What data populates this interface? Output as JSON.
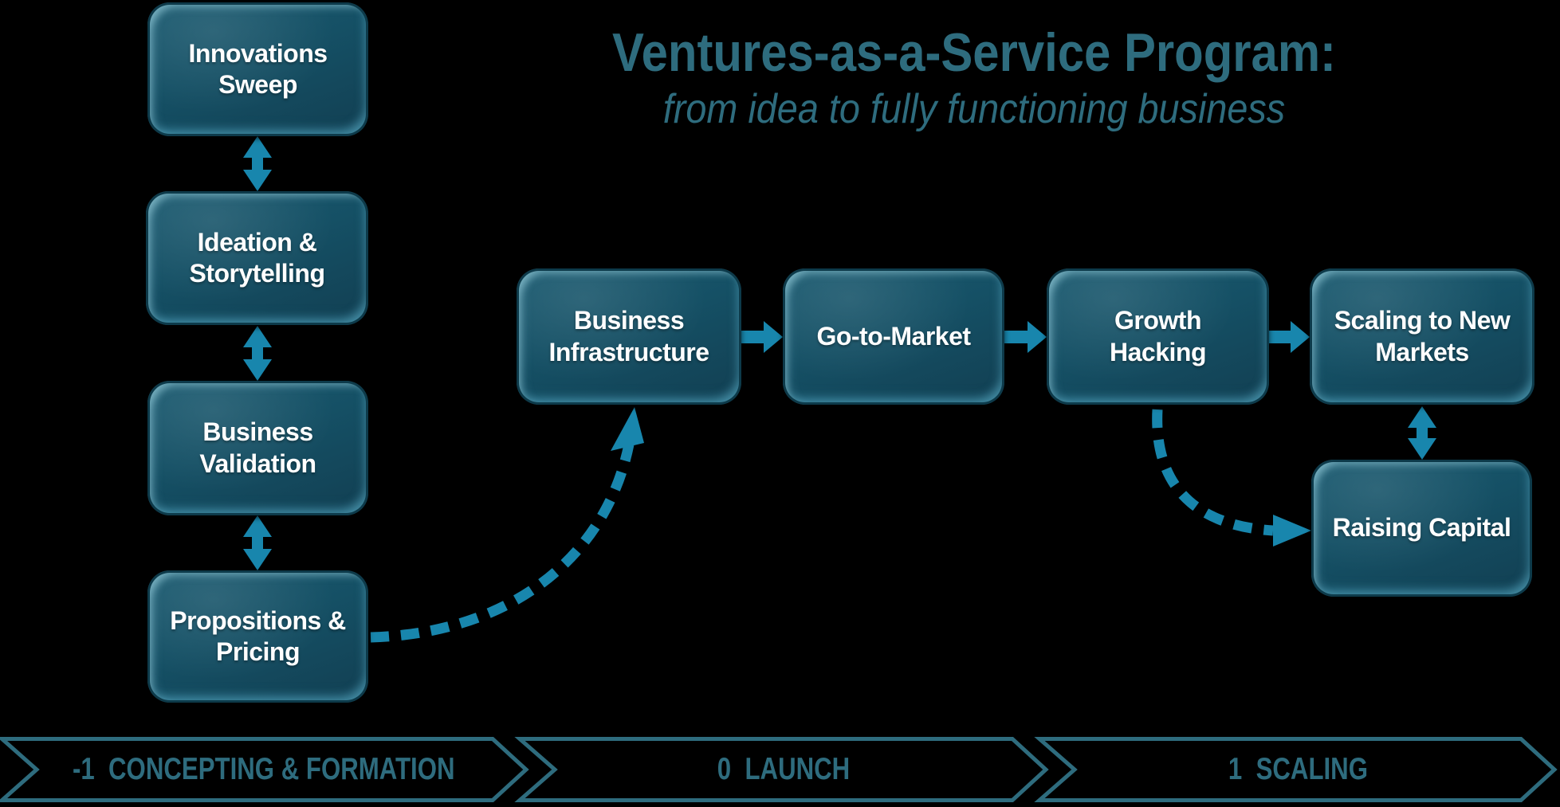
{
  "title": {
    "line1": "Ventures-as-a-Service Program:",
    "line2": "from idea to fully functioning business"
  },
  "nodes": {
    "innovations_sweep": "Innovations Sweep",
    "ideation_storytelling": "Ideation & Storytelling",
    "business_validation": "Business Validation",
    "propositions_pricing": "Propositions & Pricing",
    "business_infrastructure": "Business Infrastructure",
    "go_to_market": "Go-to-Market",
    "growth_hacking": "Growth Hacking",
    "scaling_new_markets": "Scaling to New Markets",
    "raising_capital": "Raising Capital"
  },
  "phases": [
    {
      "label": "-1  CONCEPTING & FORMATION"
    },
    {
      "label": "0  LAUNCH"
    },
    {
      "label": "1  SCALING"
    }
  ],
  "colors": {
    "background": "#000000",
    "node_fill": "#155065",
    "node_highlight": "#7fc4d8",
    "node_text": "#ffffff",
    "arrow": "#1886ad",
    "heading_text": "#2e6c7e",
    "phase_outline": "#2e6c7e"
  }
}
